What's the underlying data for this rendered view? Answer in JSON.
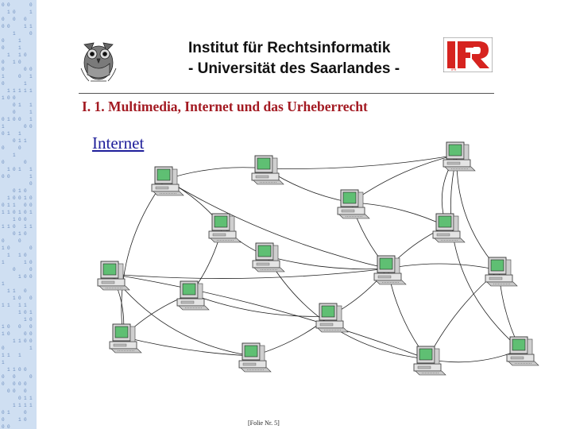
{
  "header": {
    "institute": "Institut für Rechtsinformatik",
    "university": "- Universität des Saarlandes -",
    "logo_text": "IFR"
  },
  "slide": {
    "subtitle": "I. 1. Multimedia, Internet und das Urheberrecht",
    "heading": "Internet",
    "footer": "[Folie Nr. 5]"
  },
  "diagram": {
    "node_count": 16,
    "node_icon": "computer-icon",
    "link_count": 31
  },
  "colors": {
    "sidebar": "#cfdff2",
    "subtitle": "#a31a22",
    "heading": "#1f1f9a",
    "logo_red": "#d6231f",
    "screen": "#5fbf73"
  }
}
